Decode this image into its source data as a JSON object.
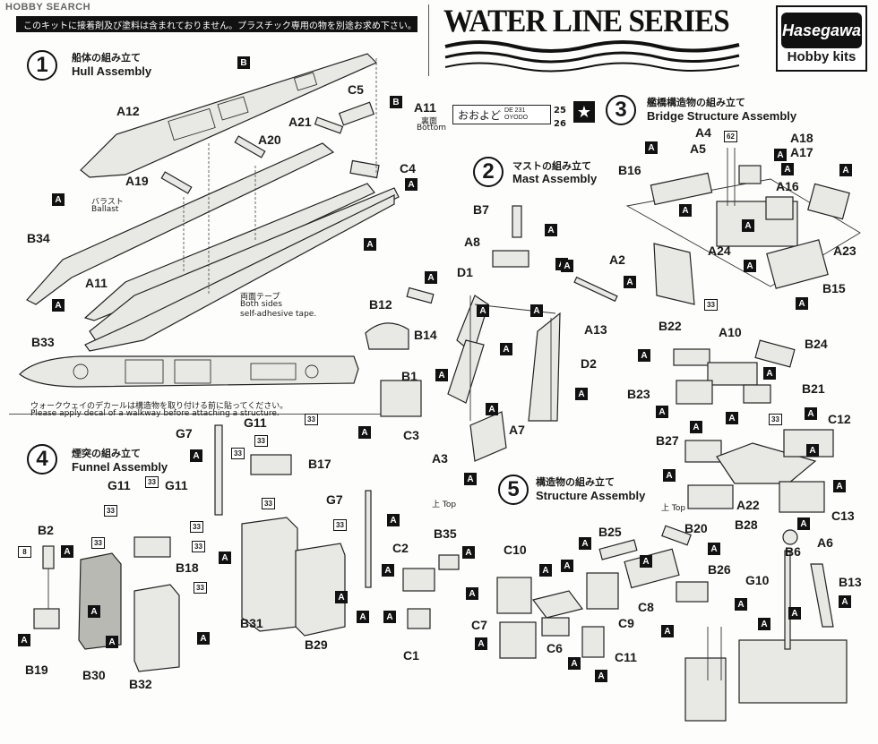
{
  "watermark": "HOBBY SEARCH",
  "notice": "このキットに接着剤及び塗料は含まれておりません。プラスチック専用の物を別途お求め下さい。",
  "series_title": "WATER LINE SERIES",
  "brand": {
    "maker": "Hasegawa",
    "kits": "Hobby kits"
  },
  "steps": {
    "s1": {
      "num": "1",
      "jp": "船体の組み立て",
      "en": "Hull Assembly"
    },
    "s2": {
      "num": "2",
      "jp": "マストの組み立て",
      "en": "Mast Assembly"
    },
    "s3": {
      "num": "3",
      "jp": "艦橋構造物の組み立て",
      "en": "Bridge Structure Assembly"
    },
    "s4": {
      "num": "4",
      "jp": "煙突の組み立て",
      "en": "Funnel Assembly"
    },
    "s5": {
      "num": "5",
      "jp": "構造物の組み立て",
      "en": "Structure Assembly"
    }
  },
  "hull": {
    "ballast_jp": "バラスト",
    "ballast_en": "Ballast",
    "tape_jp": "両面テープ",
    "tape_en1": "Both sides",
    "tape_en2": "self-adhesive tape.",
    "walkway_jp": "ウォークウェイのデカールは構造物を取り付ける前に貼ってください。",
    "walkway_en": "Please apply decal of a walkway before attaching a structure."
  },
  "nameplate": {
    "part": "A11",
    "sub_jp": "裏面",
    "sub_en": "Bottom",
    "jp": "おおよど",
    "code": "DE 231",
    "en": "OYODO",
    "num_top": "25",
    "num_bottom": "26"
  },
  "top_label": "上 Top",
  "labels": {
    "B_top": "B",
    "A12": "A12",
    "C5": "C5",
    "B_c5": "B",
    "A21": "A21",
    "A20": "A20",
    "C4": "C4",
    "A19": "A19",
    "B34": "B34",
    "A11h": "A11",
    "B33": "B33",
    "B7": "B7",
    "A8": "A8",
    "D1": "D1",
    "B12": "B12",
    "B14": "B14",
    "B1": "B1",
    "C3": "C3",
    "A3": "A3",
    "A7": "A7",
    "D2": "D2",
    "A13": "A13",
    "A4": "A4",
    "A5": "A5",
    "B16": "B16",
    "n62": "62",
    "A18": "A18",
    "A17": "A17",
    "A16": "A16",
    "A24": "A24",
    "A23": "A23",
    "A2": "A2",
    "B15": "B15",
    "B22": "B22",
    "A10": "A10",
    "B24": "B24",
    "B23": "B23",
    "B21": "B21",
    "B27": "B27",
    "C12": "C12",
    "A22": "A22",
    "B28": "B28",
    "C13": "C13",
    "G7a": "G7",
    "G11a": "G11",
    "B17": "B17",
    "G11b": "G11",
    "G11c": "G11",
    "B2": "B2",
    "n8": "8",
    "B18": "B18",
    "B19": "B19",
    "B30": "B30",
    "B32": "B32",
    "B31": "B31",
    "G7b": "G7",
    "B29": "B29",
    "B35": "B35",
    "C2": "C2",
    "C1": "C1",
    "C10": "C10",
    "B25": "B25",
    "B20": "B20",
    "B26": "B26",
    "C7": "C7",
    "C6": "C6",
    "C9": "C9",
    "C8": "C8",
    "C11": "C11",
    "B6": "B6",
    "A6": "A6",
    "G10": "G10",
    "B13": "B13"
  },
  "badge_a": "A",
  "badge_b": "B",
  "badge_33": "33",
  "star": "★"
}
